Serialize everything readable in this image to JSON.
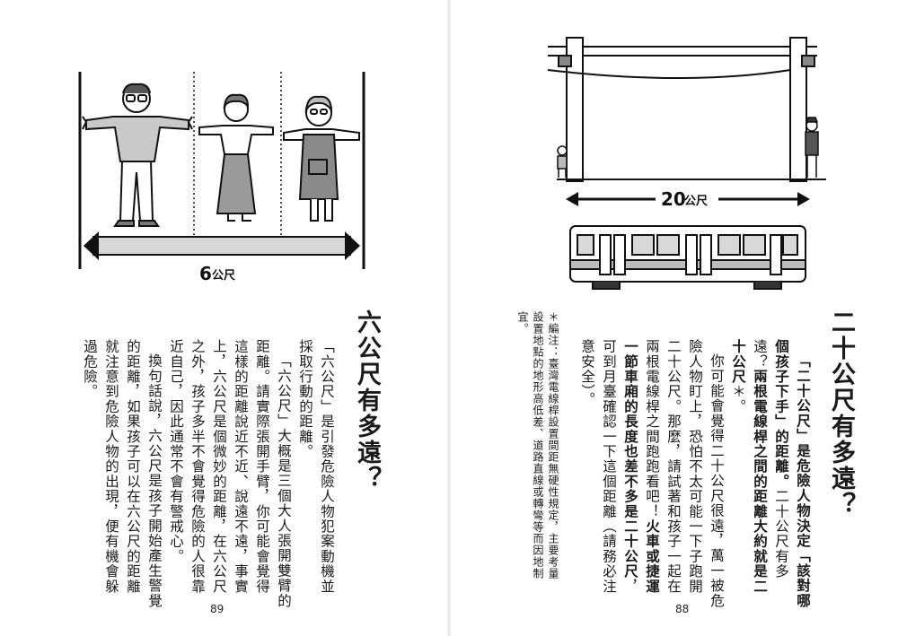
{
  "left_page": {
    "illustration": {
      "distance_number": "6",
      "distance_unit": "公尺"
    },
    "heading": "六公尺有多遠？",
    "paragraphs": [
      "「六公尺」是引發危險人物犯案動機並採取行動的距離。",
      "「六公尺」大概是三個大人張開雙臂的距離。請實際張開手臂，你可能會覺得這樣的距離說近不近、說遠不遠，事實上，六公尺是個微妙的距離，在六公尺之外，孩子多半不會覺得危險的人很靠近自己，因此通常不會有警戒心。",
      "換句話說，六公尺是孩子開始產生警覺的距離，如果孩子可以在六公尺的距離就注意到危險人物的出現，便有機會躲過危險。"
    ],
    "page_number": "89"
  },
  "right_page": {
    "illustration": {
      "distance_number": "20",
      "distance_unit": "公尺"
    },
    "heading": "二十公尺有多遠？",
    "p1_bold_1": "「二十公尺」是危險人物決定「該對哪個孩子下手」的距離。",
    "p1_text": "二十公尺有多遠？",
    "p1_bold_2": "兩根電線桿之間的距離大約就是二十公尺",
    "p1_mark": "＊",
    "p1_end": "。",
    "p2_text": "你可能會覺得二十公尺很遠，萬一被危險人物盯上，恐怕不太可能一下子跑開二十公尺。那麼，請試著和孩子一起在兩根電線桿之間跑跑看吧！",
    "p2_bold": "火車或捷運一節車廂的長度也差不多是二十公尺",
    "p2_end": "，可到月臺確認一下這個距離（請務必注意安全）。",
    "footnote": "＊編注：臺灣電線桿設置間距無硬性規定，主要考量設置地點的地形高低差、道路直線或轉彎等而因地制宜。",
    "page_number": "88"
  }
}
